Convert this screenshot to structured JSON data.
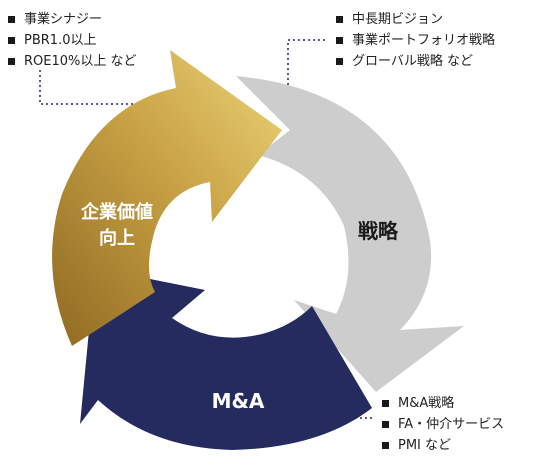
{
  "segments": {
    "gold": {
      "line1": "企業価値",
      "line2": "向上",
      "color_light": "#e9cf74",
      "color_dark": "#8f6a22",
      "text_color": "#ffffff"
    },
    "gray": {
      "label": "戦略",
      "color": "#cdcdcd",
      "text_color": "#1a1a1a"
    },
    "navy": {
      "label": "M&A",
      "color": "#262b5f",
      "text_color": "#ffffff"
    }
  },
  "lists": {
    "top_left": [
      "事業シナジー",
      "PBR1.0以上",
      "ROE10%以上 など"
    ],
    "top_right": [
      "中長期ビジョン",
      "事業ポートフォリオ戦略",
      "グローバル戦略 など"
    ],
    "bottom_right": [
      "M&A戦略",
      "FA・仲介サービス",
      "PMI など"
    ]
  },
  "connector_color": "#1f2a5a"
}
